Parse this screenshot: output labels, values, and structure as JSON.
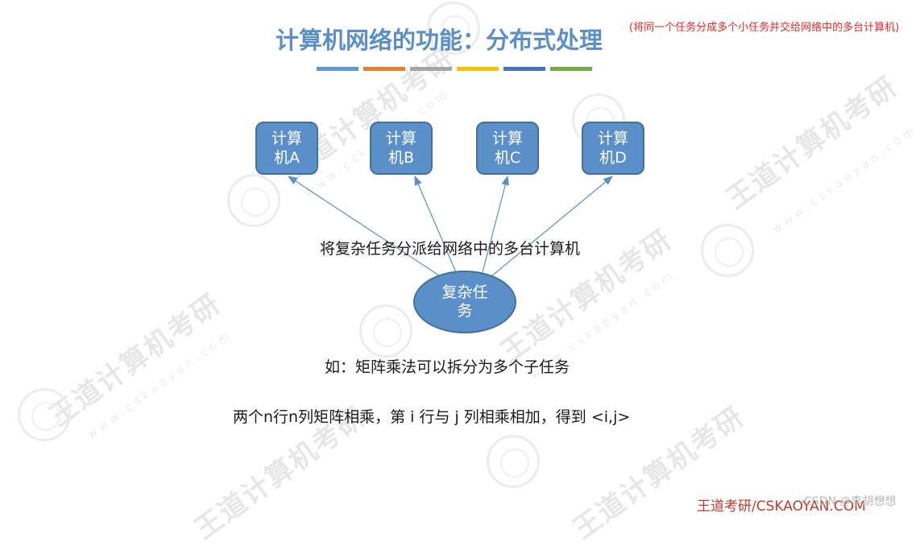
{
  "title": "计算机网络的功能：分布式处理",
  "title_note": "(将同一个任务分成多个小任务并交给网络中的多台计算机)",
  "color_bar": [
    "#5b9bd5",
    "#ed7d31",
    "#a5a5a5",
    "#ffc000",
    "#4472c4",
    "#70ad47"
  ],
  "nodes": [
    {
      "label": "计算机A"
    },
    {
      "label": "计算机B"
    },
    {
      "label": "计算机C"
    },
    {
      "label": "计算机D"
    }
  ],
  "center_node": {
    "label": "复杂任务"
  },
  "arrow_caption": "将复杂任务分派给网络中的多台计算机",
  "example_line": "如：矩阵乘法可以拆分为多个子任务",
  "detail_line": "两个n行n列矩阵相乘，第 i 行与 j 列相乘相加，得到 <i,j>",
  "footer": {
    "brand": "王道考研/CSKAOYAN.COM",
    "credit": "CSDN @李胡想想"
  },
  "watermark": {
    "main": "王道计算机考研",
    "sub": "www.cskaoyan.com"
  },
  "colors": {
    "node_fill": "#5b8fc9",
    "title": "#5b8fc9",
    "note": "#e8282b",
    "arrow": "#5b8fc9"
  }
}
